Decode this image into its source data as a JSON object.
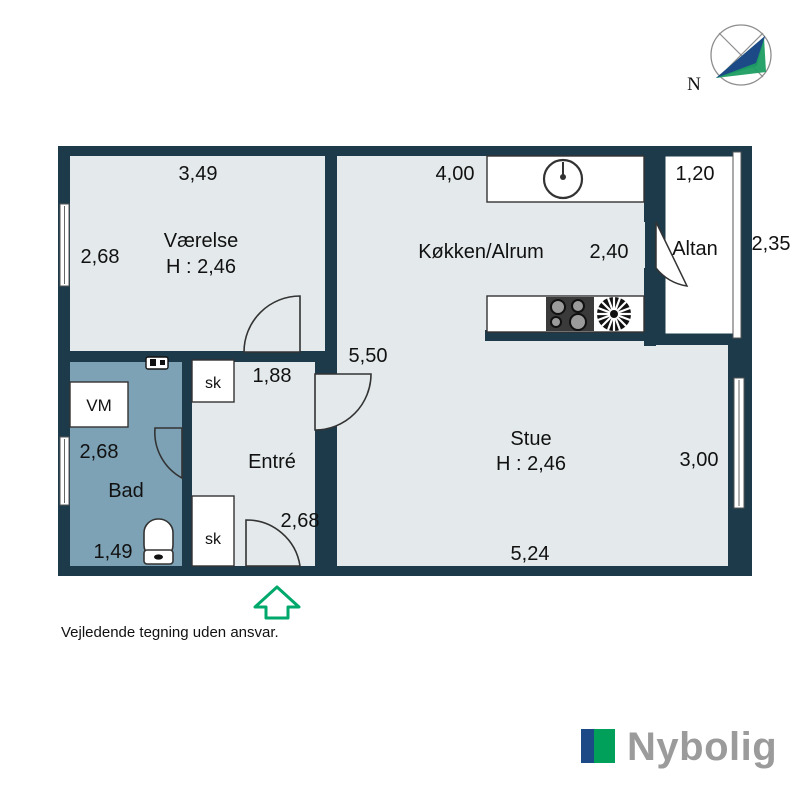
{
  "document": {
    "type": "floor-plan",
    "disclaimer": "Vejledende tegning uden ansvar."
  },
  "compass": {
    "label": "N",
    "needle_color_blue": "#1b4a86",
    "needle_color_green": "#1d9e62",
    "ring_color": "#8d8d8d"
  },
  "brand": {
    "name": "Nybolig",
    "swatch_blue": "#1b4a86",
    "swatch_green": "#00a05a",
    "text_color": "#9b9b9b"
  },
  "colors": {
    "wall": "#1c3a4a",
    "room_fill": "#e4eaec",
    "bath_fill": "#7da2b5",
    "fixture_white": "#ffffff",
    "entrance_arrow": "#00a86b",
    "stove_dark": "#3a3a3a",
    "text": "#111111"
  },
  "rooms": [
    {
      "id": "vaerelse",
      "name": "Værelse",
      "height_label": "H : 2,46",
      "dims": [
        {
          "value": "3,49",
          "position": "top"
        },
        {
          "value": "2,68",
          "position": "left"
        }
      ]
    },
    {
      "id": "kokken-alrum",
      "name": "Køkken/Alrum",
      "height_label": "",
      "dims": [
        {
          "value": "4,00",
          "position": "top"
        },
        {
          "value": "2,40",
          "position": "right"
        },
        {
          "value": "5,50",
          "position": "left-lower"
        }
      ]
    },
    {
      "id": "altan",
      "name": "Altan",
      "height_label": "",
      "dims": [
        {
          "value": "1,20",
          "position": "top"
        },
        {
          "value": "2,35",
          "position": "right-outside"
        }
      ]
    },
    {
      "id": "stue",
      "name": "Stue",
      "height_label": "H : 2,46",
      "dims": [
        {
          "value": "3,00",
          "position": "right"
        },
        {
          "value": "5,24",
          "position": "bottom"
        }
      ]
    },
    {
      "id": "entre",
      "name": "Entré",
      "height_label": "",
      "dims": [
        {
          "value": "1,88",
          "position": "top"
        },
        {
          "value": "2,68",
          "position": "bottom"
        }
      ]
    },
    {
      "id": "bad",
      "name": "Bad",
      "height_label": "",
      "dims": [
        {
          "value": "2,68",
          "position": "left"
        },
        {
          "value": "1,49",
          "position": "bottom"
        }
      ]
    }
  ],
  "labels": {
    "vaerelse_name": "Værelse",
    "vaerelse_h": "H : 2,46",
    "vaerelse_top_dim": "3,49",
    "vaerelse_left_dim": "2,68",
    "kokken_name": "Køkken/Alrum",
    "kokken_top_dim": "4,00",
    "kokken_right_dim": "2,40",
    "kokken_lower_dim": "5,50",
    "altan_name": "Altan",
    "altan_top_dim": "1,20",
    "altan_right_dim": "2,35",
    "stue_name": "Stue",
    "stue_h": "H : 2,46",
    "stue_right_dim": "3,00",
    "stue_bottom_dim": "5,24",
    "entre_name": "Entré",
    "entre_top_dim": "1,88",
    "entre_bottom_dim": "2,68",
    "bad_name": "Bad",
    "bad_left_dim": "2,68",
    "bad_bottom_dim": "1,49",
    "washing_machine": "VM",
    "closet_upper": "sk",
    "closet_lower": "sk"
  },
  "fixtures": [
    {
      "id": "kitchen-sink",
      "icon": "sink-icon"
    },
    {
      "id": "kitchen-stove",
      "icon": "stove-icon"
    },
    {
      "id": "kitchen-fan",
      "icon": "extractor-fan-icon"
    },
    {
      "id": "bath-sink",
      "icon": "washbasin-icon"
    },
    {
      "id": "bath-toilet",
      "icon": "toilet-icon"
    },
    {
      "id": "washing-machine",
      "icon": "washing-machine-icon"
    }
  ]
}
